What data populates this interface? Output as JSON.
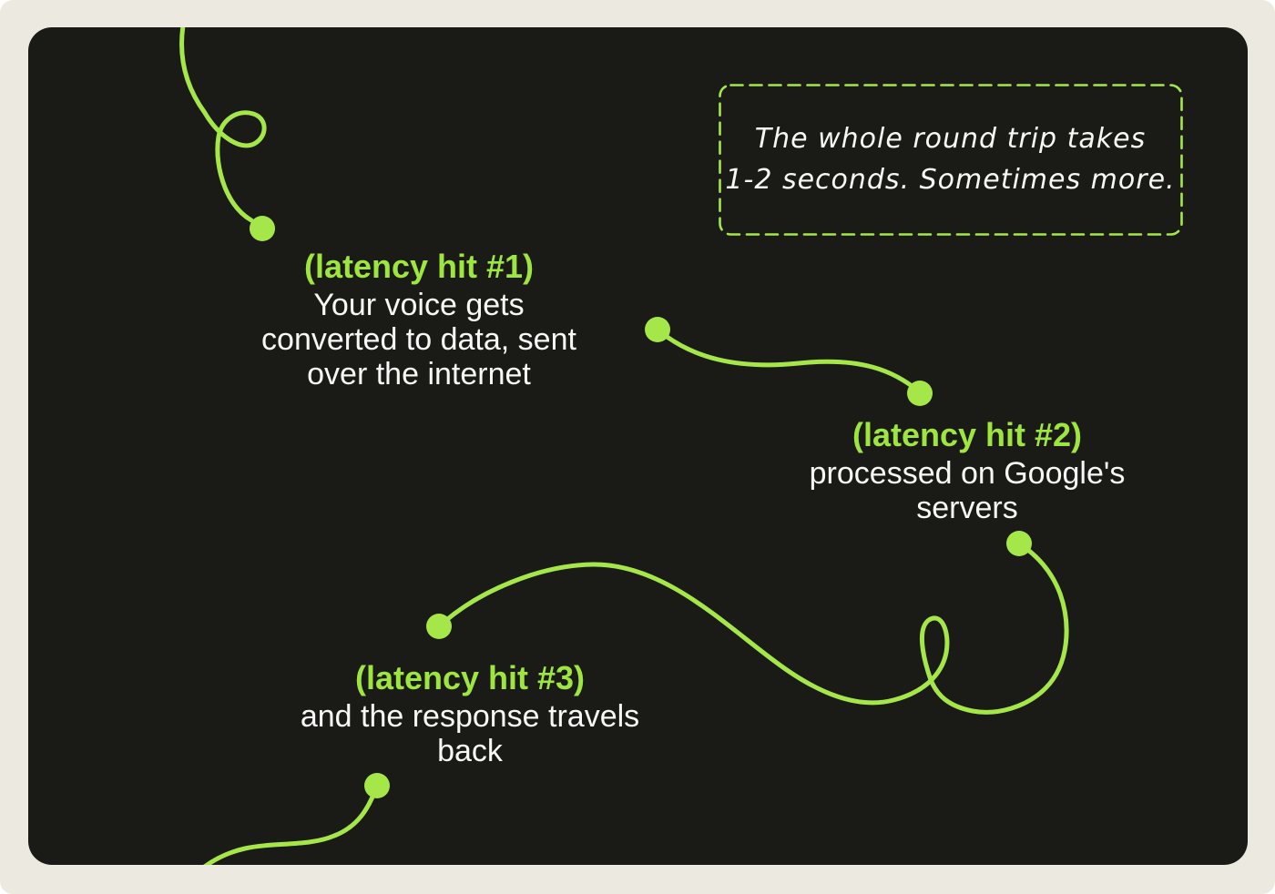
{
  "colors": {
    "page_bg": "#ECEAE0",
    "panel_bg": "#1A1A17",
    "accent_text": "#9EE53F",
    "line_green": "#A5E748",
    "body_text": "#F7F7F5"
  },
  "note": {
    "lines": [
      "The whole round trip takes",
      "1-2 seconds. Sometimes more."
    ]
  },
  "steps": [
    {
      "heading": "(latency hit #1)",
      "lines": [
        "Your voice gets",
        "converted to data, sent",
        "over the internet"
      ]
    },
    {
      "heading": "(latency hit #2)",
      "lines": [
        "processed on Google's",
        "servers"
      ]
    },
    {
      "heading": "(latency hit #3)",
      "lines": [
        "and the response travels",
        "back"
      ]
    }
  ]
}
